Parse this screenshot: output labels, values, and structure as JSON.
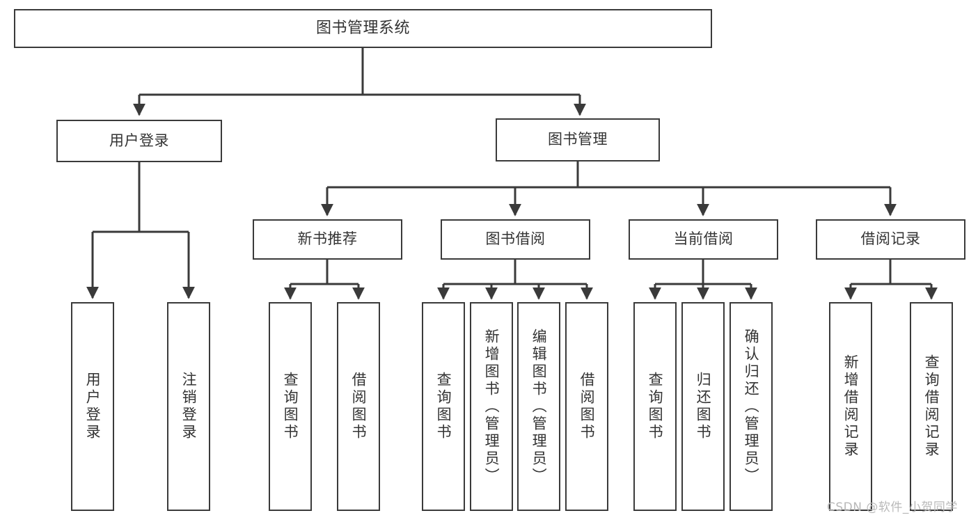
{
  "diagram": {
    "title": "图书管理系统",
    "type": "hierarchy-tree",
    "orientation": "top-down",
    "colors": {
      "stroke": "#3a3a3a",
      "fill": "#ffffff",
      "text": "#333333",
      "watermark": "#b9b9b9"
    },
    "levels": {
      "root": {
        "label": "图书管理系统"
      },
      "level2": [
        {
          "id": "user-login",
          "label": "用户登录"
        },
        {
          "id": "book-management",
          "label": "图书管理"
        }
      ],
      "level3": [
        {
          "id": "new-book-recommend",
          "label": "新书推荐",
          "parent": "book-management"
        },
        {
          "id": "book-borrow",
          "label": "图书借阅",
          "parent": "book-management"
        },
        {
          "id": "current-borrow",
          "label": "当前借阅",
          "parent": "book-management"
        },
        {
          "id": "borrow-record",
          "label": "借阅记录",
          "parent": "book-management"
        }
      ],
      "level4": [
        {
          "id": "leaf-user-login",
          "label": "用户登录",
          "parent": "user-login"
        },
        {
          "id": "leaf-logout",
          "label": "注销登录",
          "parent": "user-login"
        },
        {
          "id": "leaf-query-book-1",
          "label": "查询图书",
          "parent": "new-book-recommend"
        },
        {
          "id": "leaf-borrow-book-1",
          "label": "借阅图书",
          "parent": "new-book-recommend"
        },
        {
          "id": "leaf-query-book-2",
          "label": "查询图书",
          "parent": "book-borrow"
        },
        {
          "id": "leaf-add-book",
          "label": "新增图书（管理员）",
          "parent": "book-borrow"
        },
        {
          "id": "leaf-edit-book",
          "label": "编辑图书（管理员）",
          "parent": "book-borrow"
        },
        {
          "id": "leaf-borrow-book-2",
          "label": "借阅图书",
          "parent": "book-borrow"
        },
        {
          "id": "leaf-query-book-3",
          "label": "查询图书",
          "parent": "current-borrow"
        },
        {
          "id": "leaf-return-book",
          "label": "归还图书",
          "parent": "current-borrow"
        },
        {
          "id": "leaf-confirm-return",
          "label": "确认归还（管理员）",
          "parent": "current-borrow"
        },
        {
          "id": "leaf-add-record",
          "label": "新增借阅记录",
          "parent": "borrow-record"
        },
        {
          "id": "leaf-query-record",
          "label": "查询借阅记录",
          "parent": "borrow-record"
        }
      ]
    }
  },
  "watermark": {
    "text": "CSDN @软件_小贺同学"
  }
}
